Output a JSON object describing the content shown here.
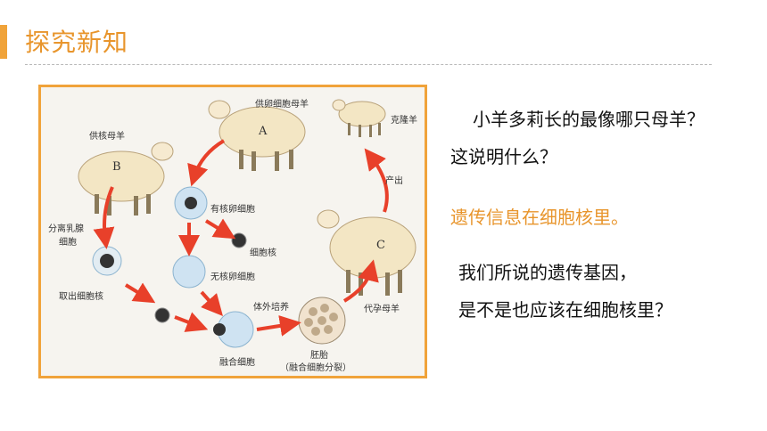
{
  "header": {
    "title": "探究新知"
  },
  "figure": {
    "labels": {
      "donor_egg_sheep": "供卵细胞母羊",
      "donor_nucleus_sheep": "供核母羊",
      "clone_sheep": "克隆羊",
      "separate_cells": "分离乳腺细胞",
      "separate_cells_l1": "分离乳腺",
      "separate_cells_l2": "细胞",
      "nucleated_egg": "有核卵细胞",
      "nucleus": "细胞核",
      "enucleated_egg": "无核卵细胞",
      "take_nucleus": "取出细胞核",
      "in_vitro": "体外培养",
      "fusion_cell": "融合细胞",
      "embryo": "胚胎",
      "embryo_note": "（融合细胞分裂）",
      "surrogate": "代孕母羊",
      "birth": "产出"
    },
    "letters": {
      "a": "A",
      "b": "B",
      "c": "C"
    }
  },
  "text": {
    "question1": "小羊多莉长的最像哪只母羊？",
    "question2": "这说明什么？",
    "answer": "遗传信息在细胞核里。",
    "question3": "我们所说的遗传基因，",
    "question4": "是不是也应该在细胞核里？"
  },
  "colors": {
    "accent": "#e8952c",
    "arrow": "#e8402a",
    "border": "#f0a33a"
  }
}
